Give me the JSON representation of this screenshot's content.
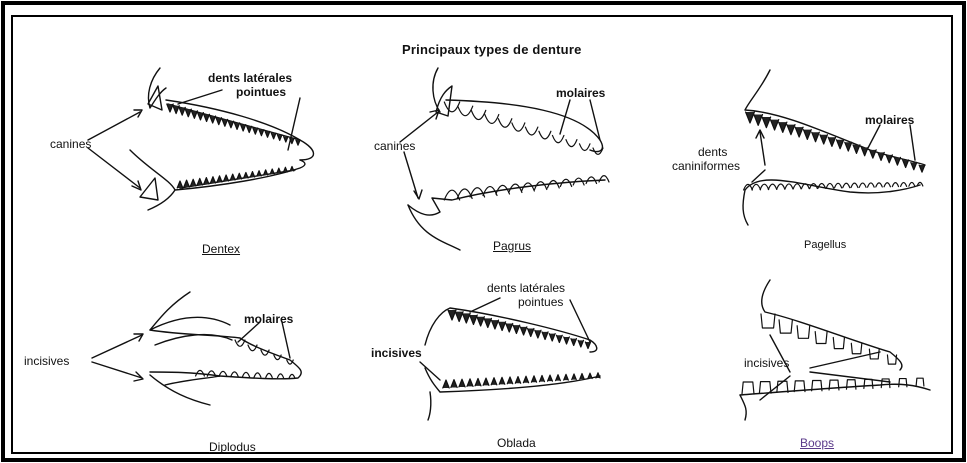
{
  "title": "Principaux types de denture",
  "panels": [
    {
      "caption": "Dentex",
      "labels": [
        "dents latérales",
        "pointues",
        "canines"
      ]
    },
    {
      "caption": "Pagrus",
      "labels": [
        "canines",
        "molaires"
      ]
    },
    {
      "caption": "Pagellus",
      "labels": [
        "dents",
        "caniniformes",
        "molaires"
      ]
    },
    {
      "caption": "Diplodus",
      "labels": [
        "incisives",
        "molaires"
      ]
    },
    {
      "caption": "Oblada",
      "labels": [
        "dents latérales",
        "pointues",
        "incisives"
      ]
    },
    {
      "caption": "Boops",
      "labels": [
        "incisives"
      ]
    }
  ],
  "colors": {
    "line": "#111111",
    "border": "#000000",
    "caption_boops": "#5b3a8a"
  }
}
